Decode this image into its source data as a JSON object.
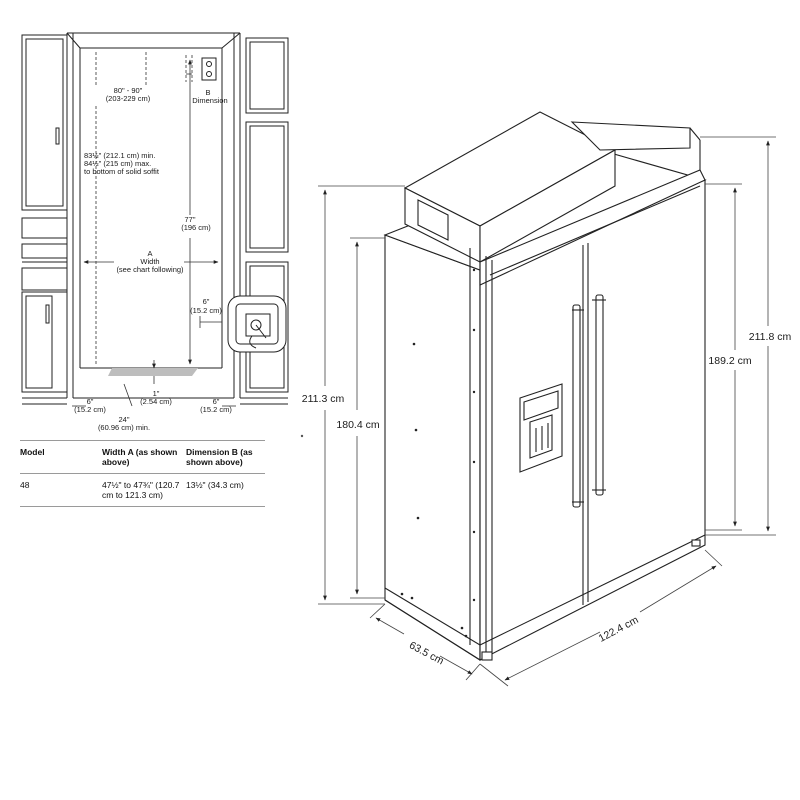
{
  "install": {
    "height_range": "80\" - 90\"",
    "height_range_cm": "(203-229 cm)",
    "dim_b": "B",
    "dim_b_word": "Dimension",
    "soffit_1": "83½\" (212.1 cm) min.",
    "soffit_2": "84½\" (215 cm) max.",
    "soffit_3": "to bottom of solid soffit",
    "h77": "77\"",
    "h77_cm": "(196 cm)",
    "width_a": "A",
    "width_word": "Width",
    "width_note": "(see chart following)",
    "side6_in": "6\"",
    "side6_cm": "(15.2 cm)",
    "bottom6l_in": "6\"",
    "bottom6l_cm": "(15.2 cm)",
    "bottom6r_in": "6\"",
    "bottom6r_cm": "(15.2 cm)",
    "one_in": "1\"",
    "one_cm": "(2.54 cm)",
    "d24_in": "24\"",
    "d24_cm": "(60.96 cm) min."
  },
  "table": {
    "headers": [
      "Model",
      "Width A (as shown above)",
      "Dimension B (as shown above)"
    ],
    "rows": [
      [
        "48",
        "47½\" to 47¾\" (120.7 cm to 121.3 cm)",
        "13½\" (34.3 cm)"
      ]
    ]
  },
  "fridge": {
    "h_total": "211.3 cm",
    "h_cabinet": "180.4 cm",
    "h_right_total": "211.8 cm",
    "h_right_cabinet": "189.2 cm",
    "width": "122.4 cm",
    "depth": "63.5 cm"
  },
  "colors": {
    "line": "#222222",
    "dim": "#444444",
    "floor": "#bdbdbd"
  }
}
